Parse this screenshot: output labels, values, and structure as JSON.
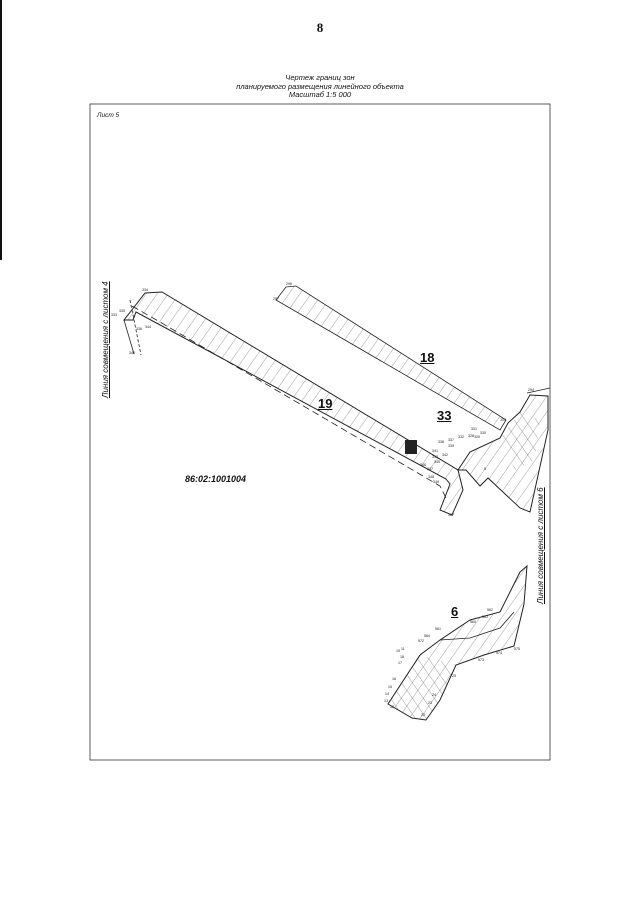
{
  "page": {
    "number": "8",
    "title_lines": [
      "Чертеж  границ зон",
      "планируемого размещения линейного объекта",
      "Масштаб 1:5 000"
    ],
    "sheet_label": "Лист 5",
    "left_junction_label": "Линия совмещения с листом 4",
    "right_junction_label": "Линия совмещения с листом 6",
    "cadastral_number": "86:02:1001004"
  },
  "zones": {
    "z18": "18",
    "z19": "19",
    "z33": "33",
    "z6": "6"
  },
  "points": {
    "p334": "334",
    "p335": "335",
    "p333": "333",
    "p336": "336",
    "p344": "344",
    "p340": "340",
    "p296": "296",
    "p297": "297",
    "p294": "294",
    "p305": "305",
    "p331": "331",
    "p330": "330",
    "p328": "328",
    "p329": "329",
    "p332": "332",
    "p337": "337",
    "p338": "338",
    "p339": "339",
    "p341": "341",
    "p342": "342",
    "p343": "343",
    "p345": "345",
    "p346": "346",
    "p347": "347",
    "p348": "348",
    "p349": "349",
    "p327": "327",
    "p5": "5",
    "p562": "562",
    "p563": "563",
    "p560": "560",
    "p561": "561",
    "p564": "564",
    "p575": "575",
    "p574": "574",
    "p573": "573",
    "p572": "572",
    "p25": "25",
    "p24": "24",
    "p23": "23",
    "p22": "22",
    "p19": "19",
    "p18": "18",
    "p17": "17",
    "p16": "16",
    "p15": "15",
    "p14": "14",
    "p13": "13",
    "p12": "12",
    "p11": "11"
  }
}
